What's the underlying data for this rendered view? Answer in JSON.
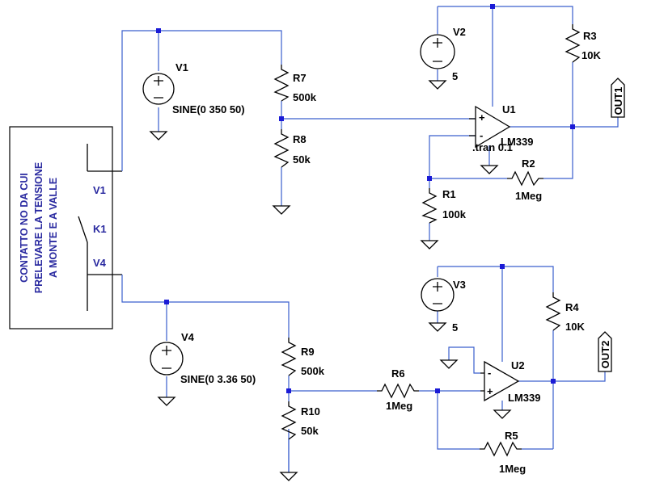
{
  "components": {
    "V1": {
      "name": "V1",
      "value": "SINE(0 350 50)"
    },
    "V2": {
      "name": "V2",
      "value": "5"
    },
    "V3": {
      "name": "V3",
      "value": "5"
    },
    "V4": {
      "name": "V4",
      "value": "SINE(0 3.36 50)"
    },
    "R1": {
      "name": "R1",
      "value": "100k"
    },
    "R2": {
      "name": "R2",
      "value": "1Meg"
    },
    "R3": {
      "name": "R3",
      "value": "10K"
    },
    "R4": {
      "name": "R4",
      "value": "10K"
    },
    "R5": {
      "name": "R5",
      "value": "1Meg"
    },
    "R6": {
      "name": "R6",
      "value": "1Meg"
    },
    "R7": {
      "name": "R7",
      "value": "500k"
    },
    "R8": {
      "name": "R8",
      "value": "50k"
    },
    "R9": {
      "name": "R9",
      "value": "500k"
    },
    "R10": {
      "name": "R10",
      "value": "50k"
    },
    "U1": {
      "name": "U1",
      "model": "LM339"
    },
    "U2": {
      "name": "U2",
      "model": "LM339"
    }
  },
  "outputs": {
    "out1": "OUT1",
    "out2": "OUT2"
  },
  "directive": ".tran 0.1",
  "box": {
    "v1": "V1",
    "k1": "K1",
    "v4": "V4",
    "lines": [
      "CONTATTO NO DA CUI",
      "PRELEVARE LA TENSIONE",
      "A MONTE E A VALLE"
    ]
  },
  "opamp_signs": {
    "plus": "+",
    "minus": "-"
  }
}
